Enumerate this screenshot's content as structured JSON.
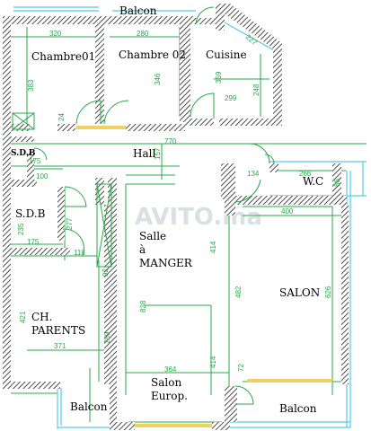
{
  "watermark": "AVITO.ma",
  "rooms": {
    "balcon_top": "Balcon",
    "chambre01": "Chambre01",
    "chambre02": "Chambre 02",
    "cuisine": "Cuisine",
    "sdb_small": "S.D.B",
    "hall": "Hall",
    "wc": "W.C",
    "sdb": "S.D.B",
    "salle_line1": "Salle",
    "salle_line2": "à",
    "salle_line3": "MANGER",
    "salon": "SALON",
    "ch_parents_line1": "CH.",
    "ch_parents_line2": "PARENTS",
    "salon_europ_line1": "Salon",
    "salon_europ_line2": "Europ.",
    "balcon_bottom_left": "Balcon",
    "balcon_bottom_right": "Balcon"
  },
  "dimensions": {
    "d320": "320",
    "d280": "280",
    "d227": "227",
    "d383": "383",
    "d346": "346",
    "d359": "359",
    "d299": "299",
    "d248": "248",
    "d24": "24",
    "d770": "770",
    "d157": "157",
    "d175a": "175",
    "d100": "100",
    "d134": "134",
    "d266": "266",
    "d86": "86",
    "d400": "400",
    "d235": "235",
    "d277": "277",
    "d175b": "175",
    "d118": "118",
    "d414a": "414",
    "d482": "482",
    "d626": "626",
    "d92": "92",
    "d421": "421",
    "d828": "828",
    "d371": "371",
    "d289": "289",
    "d364": "364",
    "d414b": "414",
    "d72": "72"
  }
}
